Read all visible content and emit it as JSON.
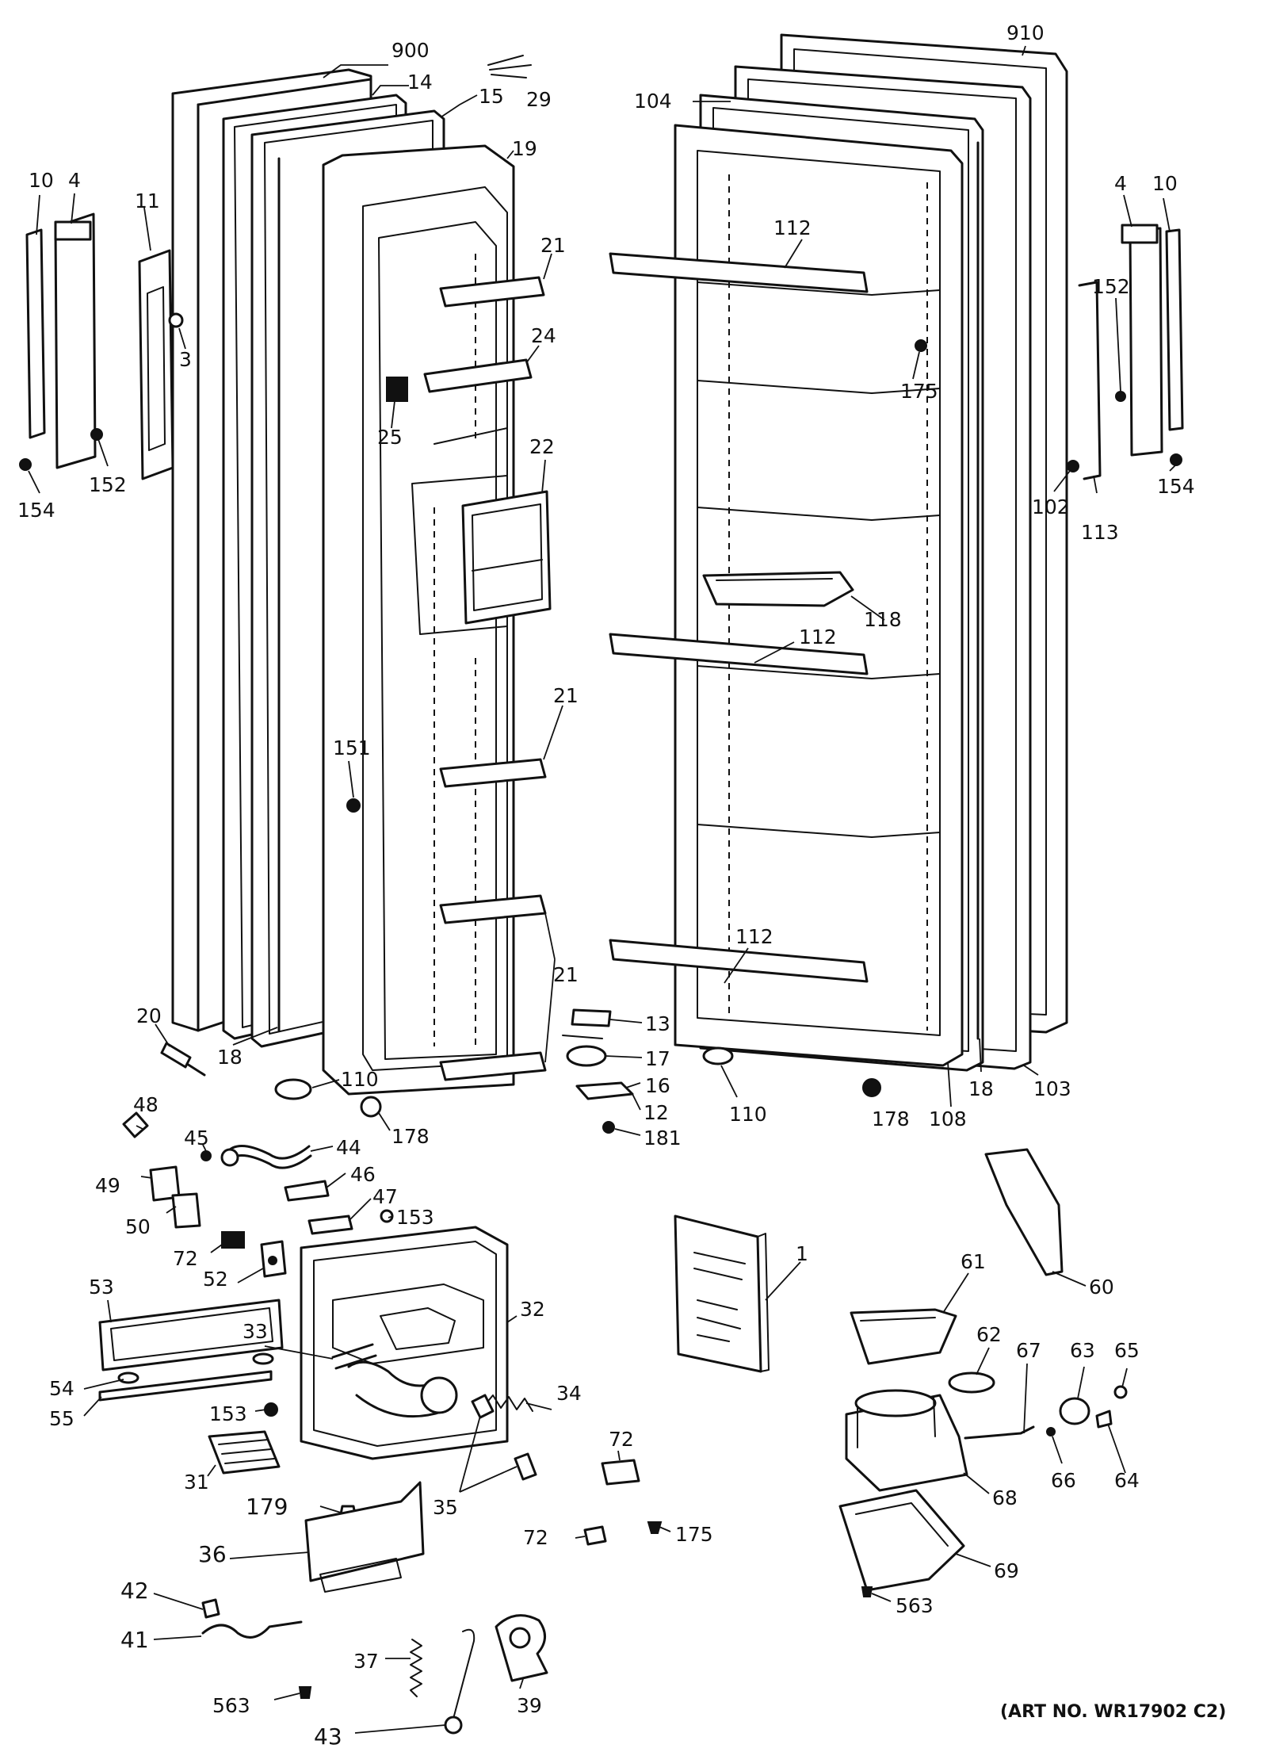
{
  "art_number": "(ART NO. WR17902 C2)",
  "callouts": [
    {
      "id": "c900",
      "text": "900"
    },
    {
      "id": "c29",
      "text": "29"
    },
    {
      "id": "c14",
      "text": "14"
    },
    {
      "id": "c15",
      "text": "15"
    },
    {
      "id": "c19",
      "text": "19"
    },
    {
      "id": "c10a",
      "text": "10"
    },
    {
      "id": "c4a",
      "text": "4"
    },
    {
      "id": "c11",
      "text": "11"
    },
    {
      "id": "c3",
      "text": "3"
    },
    {
      "id": "c152a",
      "text": "152"
    },
    {
      "id": "c154a",
      "text": "154"
    },
    {
      "id": "c21a",
      "text": "21"
    },
    {
      "id": "c24",
      "text": "24"
    },
    {
      "id": "c25",
      "text": "25"
    },
    {
      "id": "c22",
      "text": "22"
    },
    {
      "id": "c21b",
      "text": "21"
    },
    {
      "id": "c151",
      "text": "151"
    },
    {
      "id": "c21c",
      "text": "21"
    },
    {
      "id": "c20",
      "text": "20"
    },
    {
      "id": "c18a",
      "text": "18"
    },
    {
      "id": "c110a",
      "text": "110"
    },
    {
      "id": "c178a",
      "text": "178"
    },
    {
      "id": "c910",
      "text": "910"
    },
    {
      "id": "c104",
      "text": "104"
    },
    {
      "id": "c112a",
      "text": "112"
    },
    {
      "id": "c175a",
      "text": "175"
    },
    {
      "id": "c118",
      "text": "118"
    },
    {
      "id": "c112b",
      "text": "112"
    },
    {
      "id": "c112c",
      "text": "112"
    },
    {
      "id": "c4b",
      "text": "4"
    },
    {
      "id": "c10b",
      "text": "10"
    },
    {
      "id": "c152b",
      "text": "152"
    },
    {
      "id": "c102",
      "text": "102"
    },
    {
      "id": "c113",
      "text": "113"
    },
    {
      "id": "c154b",
      "text": "154"
    },
    {
      "id": "c13",
      "text": "13"
    },
    {
      "id": "c17",
      "text": "17"
    },
    {
      "id": "c16",
      "text": "16"
    },
    {
      "id": "c12",
      "text": "12"
    },
    {
      "id": "c181",
      "text": "181"
    },
    {
      "id": "c110b",
      "text": "110"
    },
    {
      "id": "c178b",
      "text": "178"
    },
    {
      "id": "c108",
      "text": "108"
    },
    {
      "id": "c18b",
      "text": "18"
    },
    {
      "id": "c103",
      "text": "103"
    },
    {
      "id": "c48",
      "text": "48"
    },
    {
      "id": "c45",
      "text": "45"
    },
    {
      "id": "c44",
      "text": "44"
    },
    {
      "id": "c49",
      "text": "49"
    },
    {
      "id": "c46",
      "text": "46"
    },
    {
      "id": "c50",
      "text": "50"
    },
    {
      "id": "c47",
      "text": "47"
    },
    {
      "id": "c153a",
      "text": "153"
    },
    {
      "id": "c72a",
      "text": "72"
    },
    {
      "id": "c52",
      "text": "52"
    },
    {
      "id": "c53",
      "text": "53"
    },
    {
      "id": "c33",
      "text": "33"
    },
    {
      "id": "c32",
      "text": "32"
    },
    {
      "id": "c54",
      "text": "54"
    },
    {
      "id": "c55",
      "text": "55"
    },
    {
      "id": "c153b",
      "text": "153"
    },
    {
      "id": "c34",
      "text": "34"
    },
    {
      "id": "c31",
      "text": "31"
    },
    {
      "id": "c35",
      "text": "35"
    },
    {
      "id": "c179",
      "text": "179"
    },
    {
      "id": "c36",
      "text": "36"
    },
    {
      "id": "c42",
      "text": "42"
    },
    {
      "id": "c41",
      "text": "41"
    },
    {
      "id": "c37",
      "text": "37"
    },
    {
      "id": "c563a",
      "text": "563"
    },
    {
      "id": "c39",
      "text": "39"
    },
    {
      "id": "c43",
      "text": "43"
    },
    {
      "id": "c72b",
      "text": "72"
    },
    {
      "id": "c72c",
      "text": "72"
    },
    {
      "id": "c175b",
      "text": "175"
    },
    {
      "id": "c1",
      "text": "1"
    },
    {
      "id": "c60",
      "text": "60"
    },
    {
      "id": "c61",
      "text": "61"
    },
    {
      "id": "c62",
      "text": "62"
    },
    {
      "id": "c67",
      "text": "67"
    },
    {
      "id": "c63",
      "text": "63"
    },
    {
      "id": "c65",
      "text": "65"
    },
    {
      "id": "c66",
      "text": "66"
    },
    {
      "id": "c64",
      "text": "64"
    },
    {
      "id": "c68",
      "text": "68"
    },
    {
      "id": "c69",
      "text": "69"
    },
    {
      "id": "c563b",
      "text": "563"
    }
  ]
}
